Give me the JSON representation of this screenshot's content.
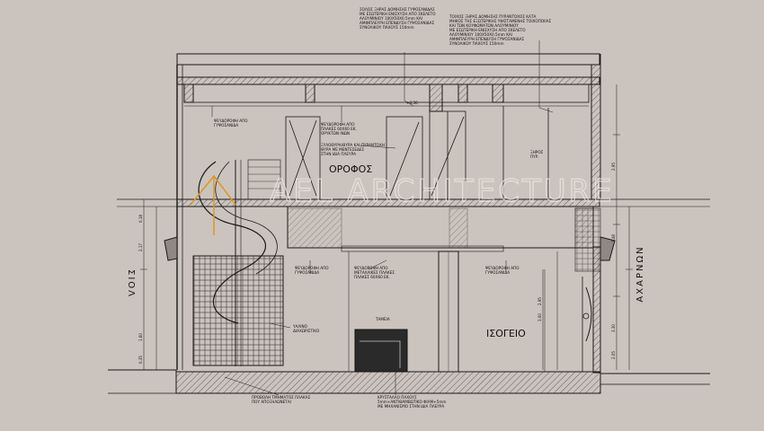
{
  "colors": {
    "background": "#cbc3bd",
    "line": "#1a1a1a",
    "hatch": "#444444",
    "accent": "#d99a1e",
    "watermark": "#efe9e4"
  },
  "watermark": "AEL ARCHITECTURE",
  "rooms": {
    "upper_floor": "ΟΡΟΦΟΣ",
    "ground_floor": "ΙΣΟΓΕΙΟ",
    "cashier": "ΤΑΜΕΙΑ"
  },
  "streets": {
    "left": "ΣΙΟΛ",
    "right": "ΑΧΑΡΝΩΝ"
  },
  "notes": {
    "top_center": [
      "ΣΟΛΟΣ ΞΗΡΑΣ ΔΟΜΗΣΗΣ ΓΥΨΟΣΑΝΙΔΑΣ",
      "ΜΕ ΕΣΩΤΕΡΙΚΗ ΕΝΙΣΧΥΣΗ ΑΠΟ ΣΚΕΛΕΤΟ",
      "ΑΛΟΥΜΙΝΙΟΥ 100X50X0.5mm ΚΑΙ",
      "ΑΜΦΙΠΛΕΥΡΗ ΕΠΕΝΔΥΣΗ ΓΥΨΟΣΑΝΙΔΑΣ",
      "ΣΥΝΟΛΙΚΟΥ ΠΑΧΟΥΣ 150mm"
    ],
    "top_right": [
      "ΤΟΙΧΟΣ ΞΗΡΑΣ ΔΟΜΗΣΗΣ ΠΥΡΑΝΤΟΧΟΣ ΚΑΤΑ",
      "ΜΗΚΟΣ ΤΗΣ ΕΞΩΤΕΡΙΚΗΣ ΥΦΙΣΤΑΜΕΝΗΣ ΤΟΙΧΟΠΟΙΙΑΣ",
      "ΚΑΙ ΤΩΝ ΚΟΥΦΩΜΑΤΩΝ ΑΛΟΥΜΙΝΙΟΥ",
      "ΜΕ ΕΣΩΤΕΡΙΚΗ ΕΝΙΣΧΥΣΗ ΑΠΟ ΣΚΕΛΕΤΟ",
      "ΑΛΟΥΜΙΝΙΟΥ 100X50X0.5mm ΚΑΙ",
      "ΑΜΦΙΠΛΕΥΡΗ ΕΠΕΝΔΥΣΗ ΓΥΨΟΣΑΝΙΔΑΣ",
      "ΣΥΝΟΛΙΚΟΥ ΠΑΧΟΥΣ 150mm"
    ],
    "level_mark": "+4.36",
    "ceiling_upper": [
      "ΨΕΥΔΟΡΟΦΗ ΑΠΟ",
      "ΓΥΨΟΣΑΝΙΔΑ"
    ],
    "ceiling_panels": [
      "ΨΕΥΔΟΡΟΦΗ ΑΠΟ",
      "ΠΛΑΚΕΣ 60X60 ΕΚ.",
      "ΟΡΥΚΤΩΝ ΙΝΩΝ"
    ],
    "fire_door": [
      "ΞΥΛΟΘΥΡΑ/ΘΥΡΑ ΚΑΙ ΠΥΡΑΝΤΟΧΗ",
      "ΘΥΡΑ ΜΕ ΜΕΝΤΕΣΕΔΕΣ",
      "ΣΤΗΝ ΙΔΙΑ ΠΛΕΥΡΑ"
    ],
    "dry_room": [
      "ΞΗΡΟΣ",
      "ΠΥΡ."
    ],
    "ceiling_ground_left": [
      "ΨΕΥΔΟΡΟΦΗ ΑΠΟ",
      "ΓΥΨΟΣΑΝΙΔΑ"
    ],
    "ceiling_metal": [
      "ΨΕΥΔΟΡΟΦΗ ΑΠΟ",
      "ΜΕΤΑΛΛΙΚΕΣ ΠΛΑΚΕΣ",
      "ΠΛΑΚΕΣ 60X60 ΕΚ."
    ],
    "ceiling_ground_right": [
      "ΨΕΥΔΟΡΟΦΗ ΑΠΟ",
      "ΓΥΨΟΣΑΝΙΔΑ"
    ],
    "glass_partition": [
      "ΥΑΛΙΝΟ",
      "ΔΙΑΧΩΡΙΣΤΙΚΟ"
    ],
    "bottom_left": [
      "ΠΡΟΒΟΛΗ ΤΜΗΜΑΤΟΣ ΠΛΑΚΑΣ",
      "ΠΟΥ ΑΠΟΞΗΛΩΝΕΤΑΙ"
    ],
    "bottom_right": [
      "ΚΡΥΣΤΑΛΛΟ ΠΑΧΟΥΣ",
      "5mm+ΑΝΤΙΘΑΜΒΩΤΙΚΟ ΦΙΛΜ+5mm",
      "ΜΕ ΜΗΧΑΝΙΣΜΟ ΣΤΗΝ ΙΔΙΑ ΠΛΕΥΡΑ"
    ]
  },
  "dimensions": {
    "right": [
      "2.95",
      "2.48",
      "3.30",
      "2.05"
    ],
    "center": [
      "3.00",
      "2.95"
    ],
    "left": [
      "2.17",
      "1.60",
      "0.18",
      "0.35"
    ]
  }
}
